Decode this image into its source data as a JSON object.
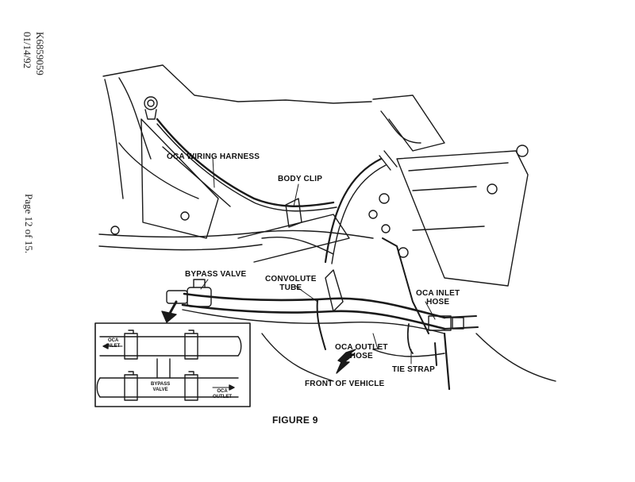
{
  "doc_id": "K6859059",
  "doc_date": "01/14/92",
  "page_label": "Page 12 of 15.",
  "figure_title": "FIGURE 9",
  "callouts": {
    "wiring_harness": "OCA WIRING HARNESS",
    "body_clip": "BODY CLIP",
    "bypass_valve": "BYPASS VALVE",
    "convolute_tube_1": "CONVOLUTE",
    "convolute_tube_2": "TUBE",
    "inlet_hose_1": "OCA INLET",
    "inlet_hose_2": "HOSE",
    "outlet_hose_1": "OCA OUTLET",
    "outlet_hose_2": "HOSE",
    "tie_strap": "TIE STRAP",
    "front_of_vehicle": "FRONT OF VEHICLE"
  },
  "inset": {
    "oca_inlet_1": "OCA",
    "oca_inlet_2": "INLET",
    "bypass_valve_1": "BYPASS",
    "bypass_valve_2": "VALVE",
    "oca_outlet_1": "OCA",
    "oca_outlet_2": "OUTLET"
  }
}
